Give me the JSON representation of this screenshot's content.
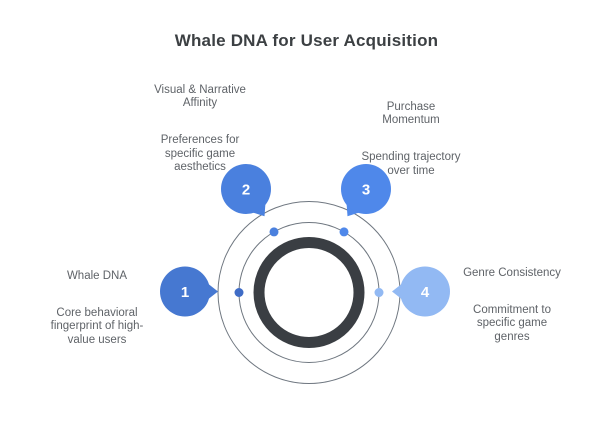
{
  "title": "Whale DNA for User Acquisition",
  "colors": {
    "background": "#ffffff",
    "title_text": "#3c4043",
    "label_text": "#5f6368",
    "orbit_stroke": "#6f7780",
    "core_ring_stroke": "#3a3e43",
    "number_text": "#ffffff"
  },
  "items": [
    {
      "number": "1",
      "heading": "Whale DNA",
      "description": "Core behavioral\nfingerprint of high-\nvalue users",
      "balloon_color": "#4678d1",
      "dot_color": "#3f6cc6"
    },
    {
      "number": "2",
      "heading": "Visual & Narrative\nAffinity",
      "description": "Preferences for\nspecific game\naesthetics",
      "balloon_color": "#4a80de",
      "dot_color": "#4a80de"
    },
    {
      "number": "3",
      "heading": "Purchase\nMomentum",
      "description": "Spending trajectory\nover time",
      "balloon_color": "#4f88ea",
      "dot_color": "#4f88ea"
    },
    {
      "number": "4",
      "heading": "Genre Consistency",
      "description": "Commitment to\nspecific game\ngenres",
      "balloon_color": "#92b9f3",
      "dot_color": "#92b9f3"
    }
  ]
}
